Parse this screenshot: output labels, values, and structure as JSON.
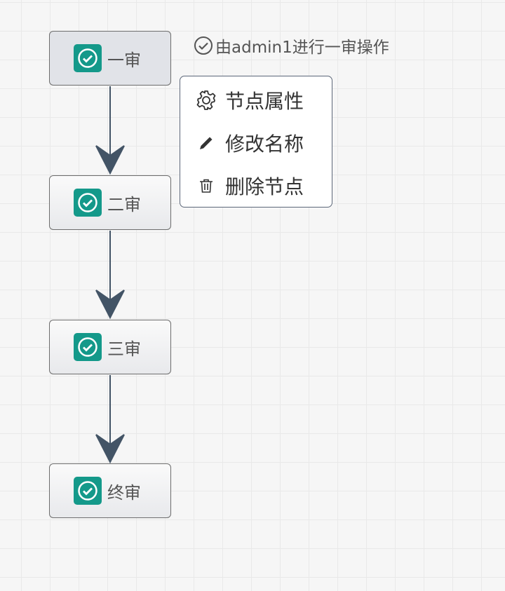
{
  "nodes": [
    {
      "label": "一审"
    },
    {
      "label": "二审"
    },
    {
      "label": "三审"
    },
    {
      "label": "终审"
    }
  ],
  "note": {
    "text": "由admin1进行一审操作",
    "icon": "check-circle-icon"
  },
  "context_menu": {
    "items": [
      {
        "label": "节点属性",
        "icon": "gear-icon"
      },
      {
        "label": "修改名称",
        "icon": "pencil-icon"
      },
      {
        "label": "删除节点",
        "icon": "trash-icon"
      }
    ]
  },
  "colors": {
    "accent": "#14998a",
    "edge": "#435466"
  }
}
